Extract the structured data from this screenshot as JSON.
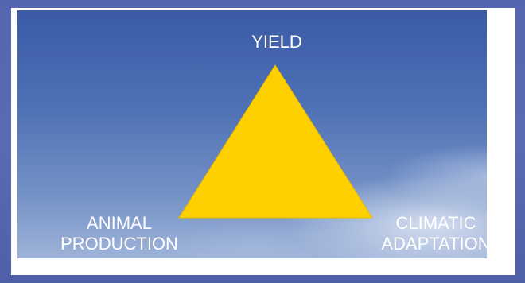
{
  "diagram": {
    "top_label": "YIELD",
    "left_label_line1": "ANIMAL",
    "left_label_line2": "PRODUCTION",
    "right_label_line1": "CLIMATIC",
    "right_label_line2": "ADAPTATION",
    "triangle_color": "#FFD000"
  }
}
